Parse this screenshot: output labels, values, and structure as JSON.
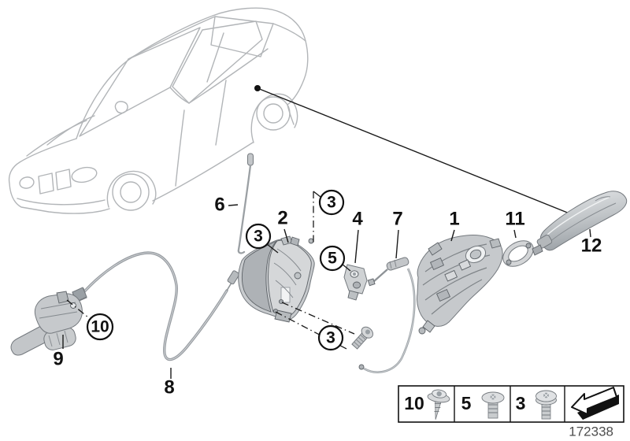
{
  "callouts": {
    "p1": "1",
    "p2": "2",
    "p4": "4",
    "p6": "6",
    "p7": "7",
    "p8": "8",
    "p9": "9",
    "p11": "11",
    "p12": "12",
    "c3_left": "3",
    "c3_top": "3",
    "c3_bottom": "3",
    "c5": "5",
    "c10": "10"
  },
  "legend": {
    "screws": [
      {
        "qty_label": "10"
      },
      {
        "qty_label": "5"
      },
      {
        "qty_label": "3"
      }
    ]
  },
  "footer": {
    "doc_number": "172338"
  },
  "colors": {
    "line": "#1a1a1a",
    "car_outline": "#b2b5b8",
    "part_fill": "#c8cbce"
  }
}
